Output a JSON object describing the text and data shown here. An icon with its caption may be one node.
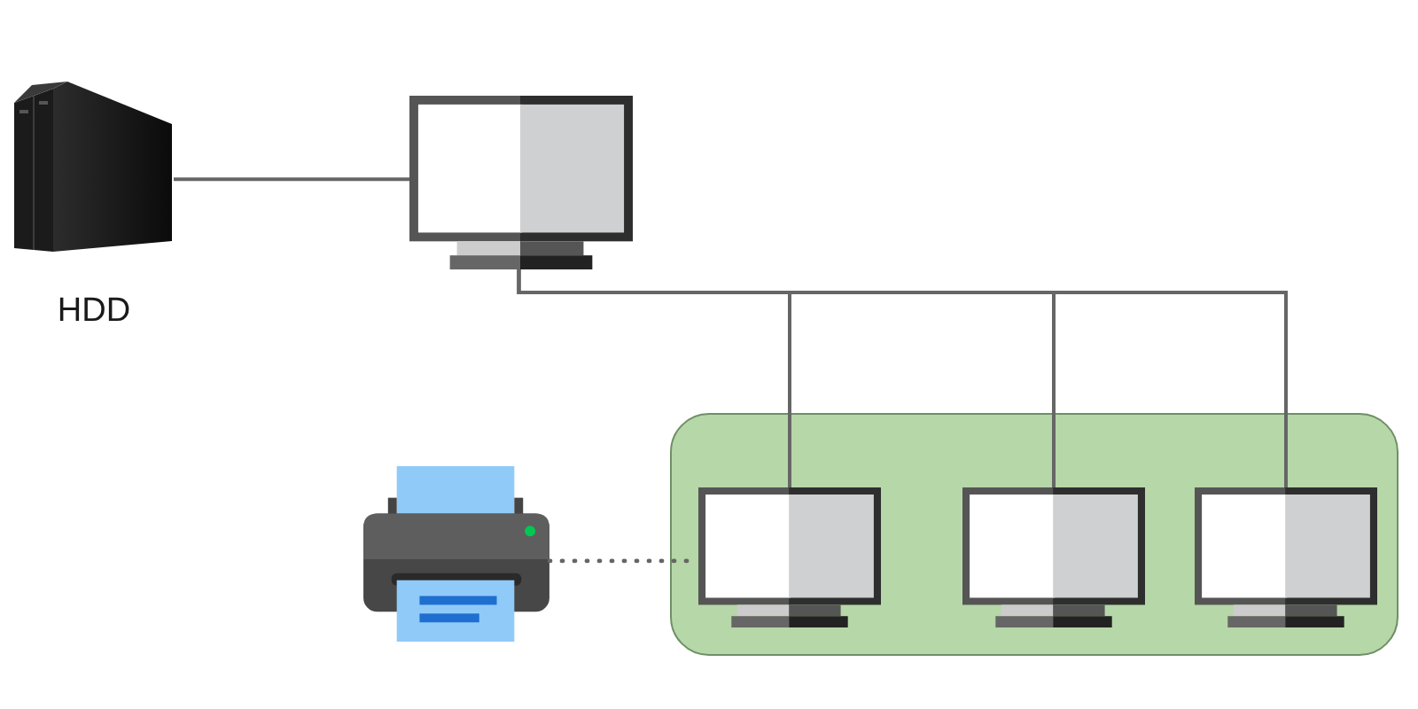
{
  "diagram": {
    "nodes": [
      {
        "text": [],
        "shape": "picture",
        "beside": [
          "HDD"
        ]
      },
      {
        "text": [],
        "shape": "picture"
      },
      {
        "text": [],
        "shape": "picture"
      },
      {
        "text": [],
        "shape": "box"
      },
      {
        "text": [],
        "shape": "picture",
        "in": 3
      },
      {
        "text": [],
        "shape": "picture",
        "in": 3
      },
      {
        "text": [],
        "shape": "picture",
        "in": 3
      }
    ],
    "edges": [
      {
        "from": 0,
        "to": 1,
        "arrow": "none"
      },
      {
        "from": 1,
        "to": 4,
        "arrow": "none"
      },
      {
        "from": 1,
        "to": 5,
        "arrow": "none"
      },
      {
        "from": 1,
        "to": 6,
        "arrow": "none"
      },
      {
        "from": 2,
        "to": 4,
        "arrow": "none",
        "style": "dashed"
      }
    ]
  }
}
